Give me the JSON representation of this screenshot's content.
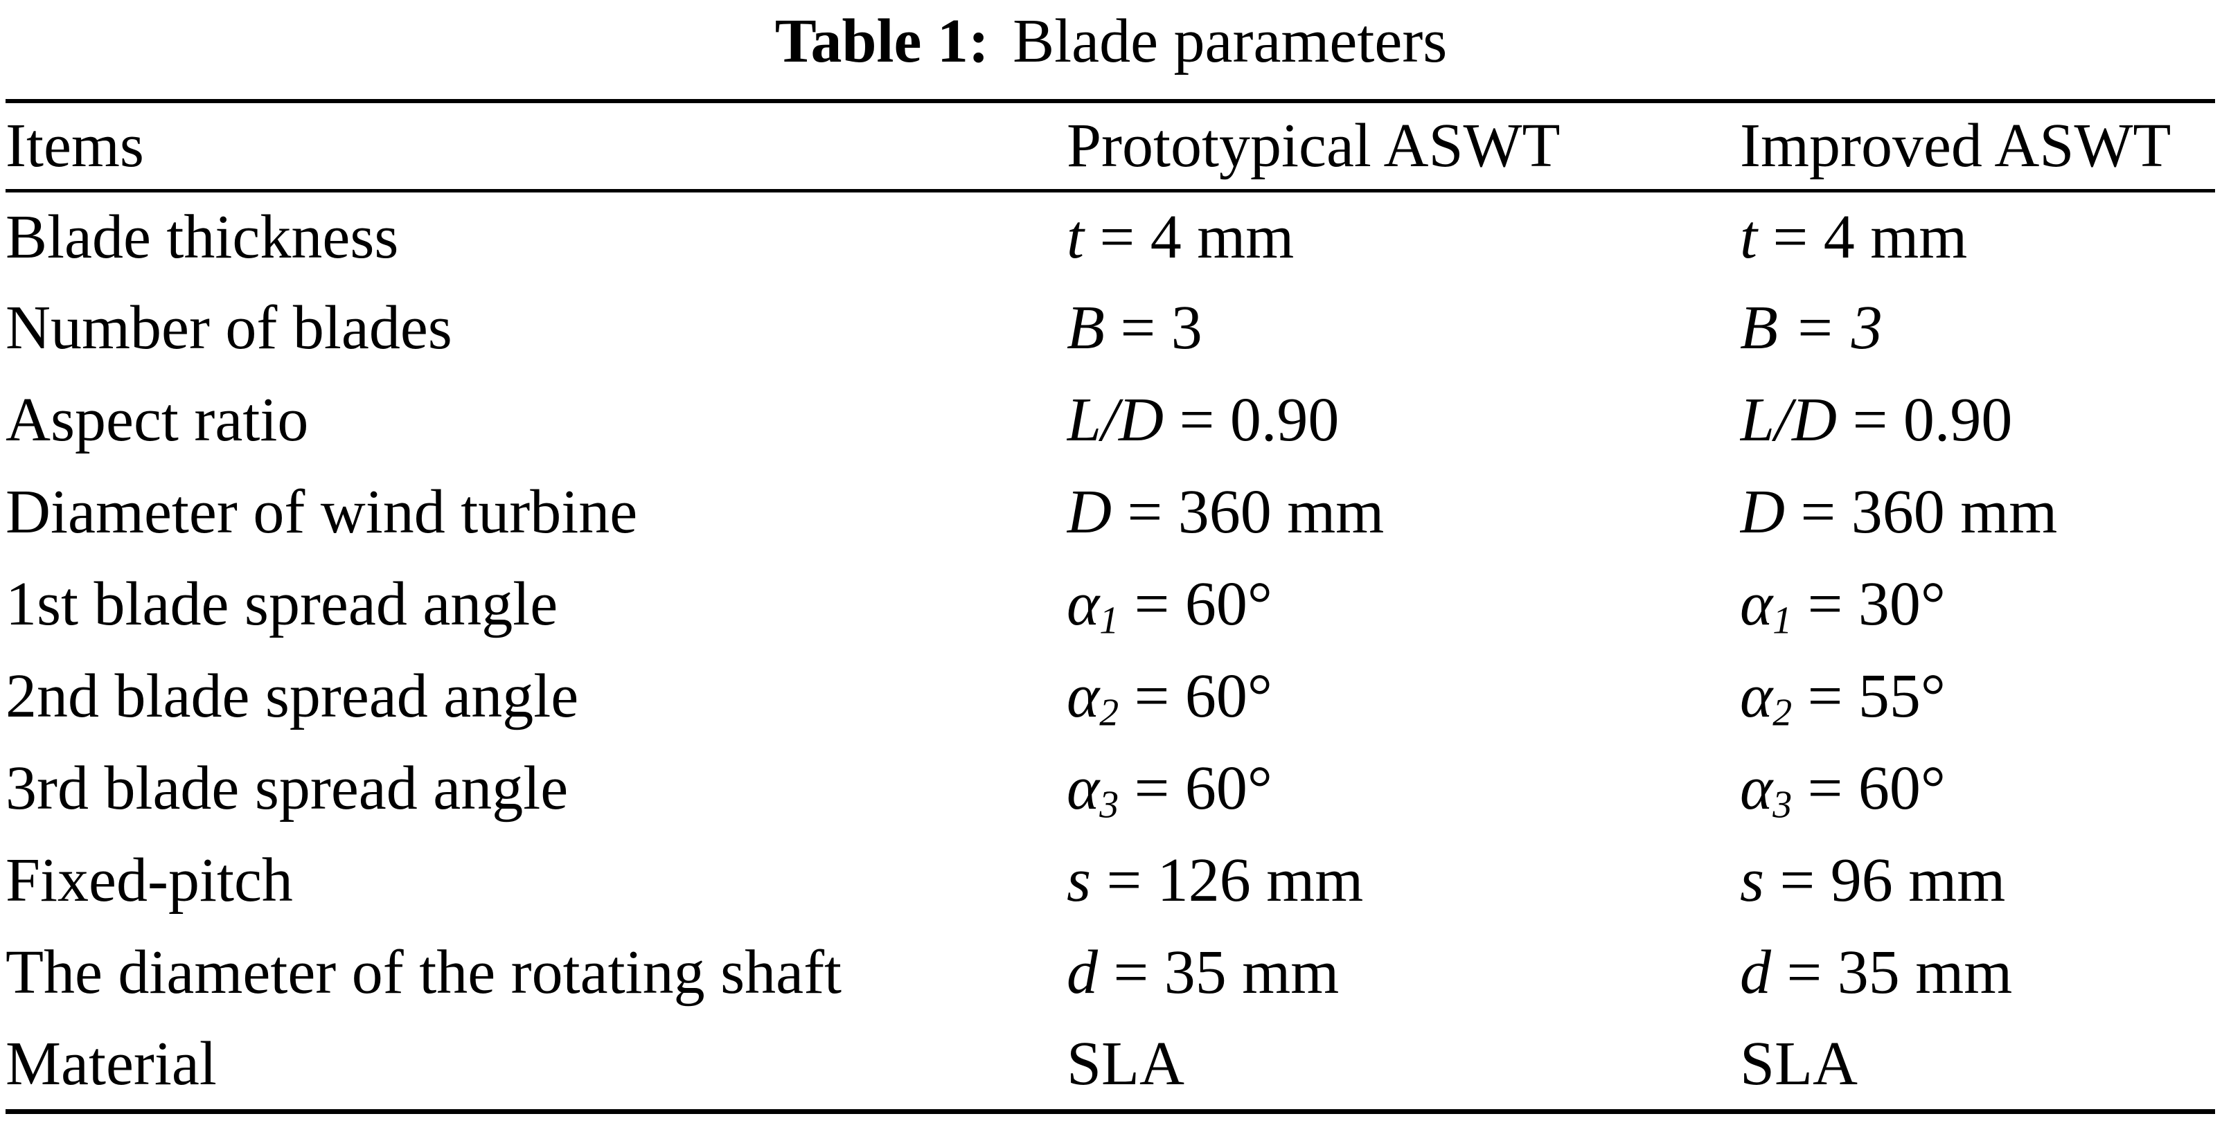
{
  "title": {
    "label": "Table 1:",
    "text": "Blade parameters"
  },
  "table": {
    "headers": [
      "Items",
      "Prototypical ASWT",
      "Improved ASWT"
    ],
    "rows": [
      {
        "item": "Blade thickness",
        "proto": {
          "var": "t",
          "rest": " = 4 mm"
        },
        "improved": {
          "var": "t",
          "rest": " = 4 mm"
        }
      },
      {
        "item": "Number of blades",
        "proto": {
          "var": "B",
          "rest": " = 3"
        },
        "improved": {
          "var": "B",
          "rest_italic": " = 3"
        }
      },
      {
        "item": "Aspect ratio",
        "proto": {
          "var": "L/D",
          "rest": " = 0.90"
        },
        "improved": {
          "var": "L/D",
          "rest": " = 0.90"
        }
      },
      {
        "item": "Diameter of wind turbine",
        "proto": {
          "var": "D",
          "rest": " = 360 mm"
        },
        "improved": {
          "var": "D",
          "rest": " = 360 mm"
        }
      },
      {
        "item": "1st blade spread angle",
        "proto": {
          "var": "α",
          "sub": "1",
          "rest": " = 60°"
        },
        "improved": {
          "var": "α",
          "sub": "1",
          "rest": " = 30°"
        }
      },
      {
        "item": "2nd blade spread angle",
        "proto": {
          "var": "α",
          "sub": "2",
          "rest": " = 60°"
        },
        "improved": {
          "var": "α",
          "sub": "2",
          "rest": " = 55°"
        }
      },
      {
        "item": "3rd blade spread angle",
        "proto": {
          "var": "α",
          "sub": "3",
          "rest": " = 60°"
        },
        "improved": {
          "var": "α",
          "sub": "3",
          "rest": " = 60°"
        }
      },
      {
        "item": "Fixed-pitch",
        "proto": {
          "var": "s",
          "rest": " = 126 mm"
        },
        "improved": {
          "var": "s",
          "rest": " = 96 mm"
        }
      },
      {
        "item": "The diameter of the rotating shaft",
        "proto": {
          "var": "d",
          "rest": " = 35 mm"
        },
        "improved": {
          "var": "d",
          "rest": " = 35 mm"
        }
      },
      {
        "item": "Material",
        "proto": {
          "rest": "SLA"
        },
        "improved": {
          "rest": "SLA"
        }
      }
    ]
  }
}
